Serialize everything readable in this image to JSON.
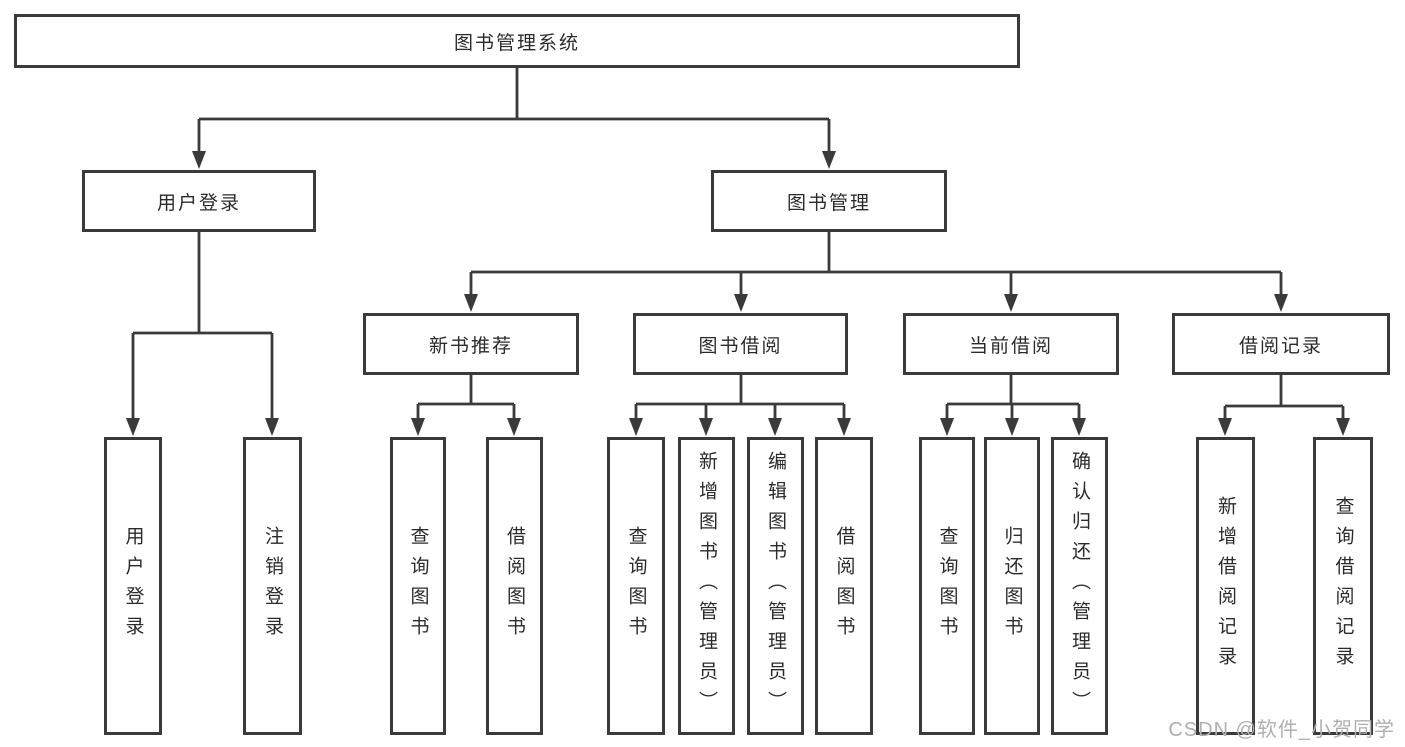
{
  "diagram": {
    "root": {
      "label": "图书管理系统",
      "children": [
        {
          "label": "用户登录",
          "children": [
            {
              "label": "用户登录"
            },
            {
              "label": "注销登录"
            }
          ]
        },
        {
          "label": "图书管理",
          "children": [
            {
              "label": "新书推荐",
              "children": [
                {
                  "label": "查询图书"
                },
                {
                  "label": "借阅图书"
                }
              ]
            },
            {
              "label": "图书借阅",
              "children": [
                {
                  "label": "查询图书"
                },
                {
                  "label": "新增图书（管理员）"
                },
                {
                  "label": "编辑图书（管理员）"
                },
                {
                  "label": "借阅图书"
                }
              ]
            },
            {
              "label": "当前借阅",
              "children": [
                {
                  "label": "查询图书"
                },
                {
                  "label": "归还图书"
                },
                {
                  "label": "确认归还（管理员）"
                }
              ]
            },
            {
              "label": "借阅记录",
              "children": [
                {
                  "label": "新增借阅记录"
                },
                {
                  "label": "查询借阅记录"
                }
              ]
            }
          ]
        }
      ]
    }
  },
  "colors": {
    "line": "#3a3a3a",
    "box_border": "#3a3a3a",
    "text": "#2b2b2b",
    "watermark": "#b0b0b0",
    "background": "#ffffff"
  },
  "watermark": {
    "text": "CSDN @软件_小贺同学"
  }
}
